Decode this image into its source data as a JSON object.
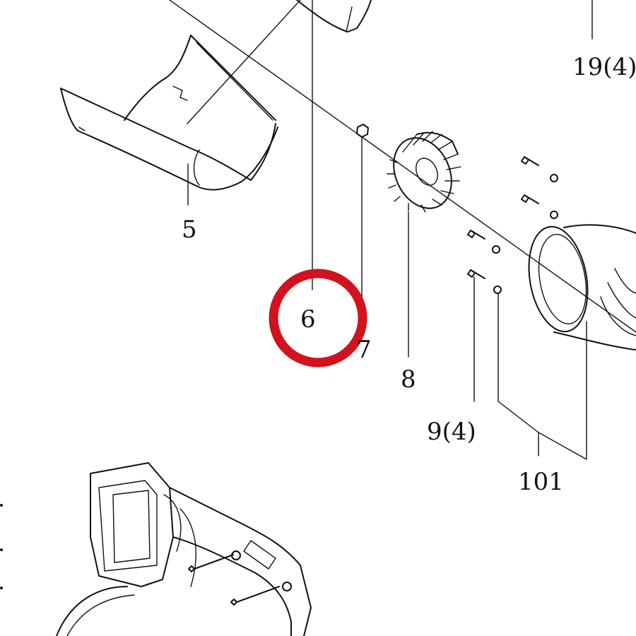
{
  "diagram": {
    "labels": {
      "p5": "5",
      "p6": "6",
      "p7": "7",
      "p8": "8",
      "p9": "9(4)",
      "p19": "19(4)",
      "p101": "101"
    },
    "highlight": {
      "target_label": "6",
      "color": "#d0131c"
    }
  }
}
